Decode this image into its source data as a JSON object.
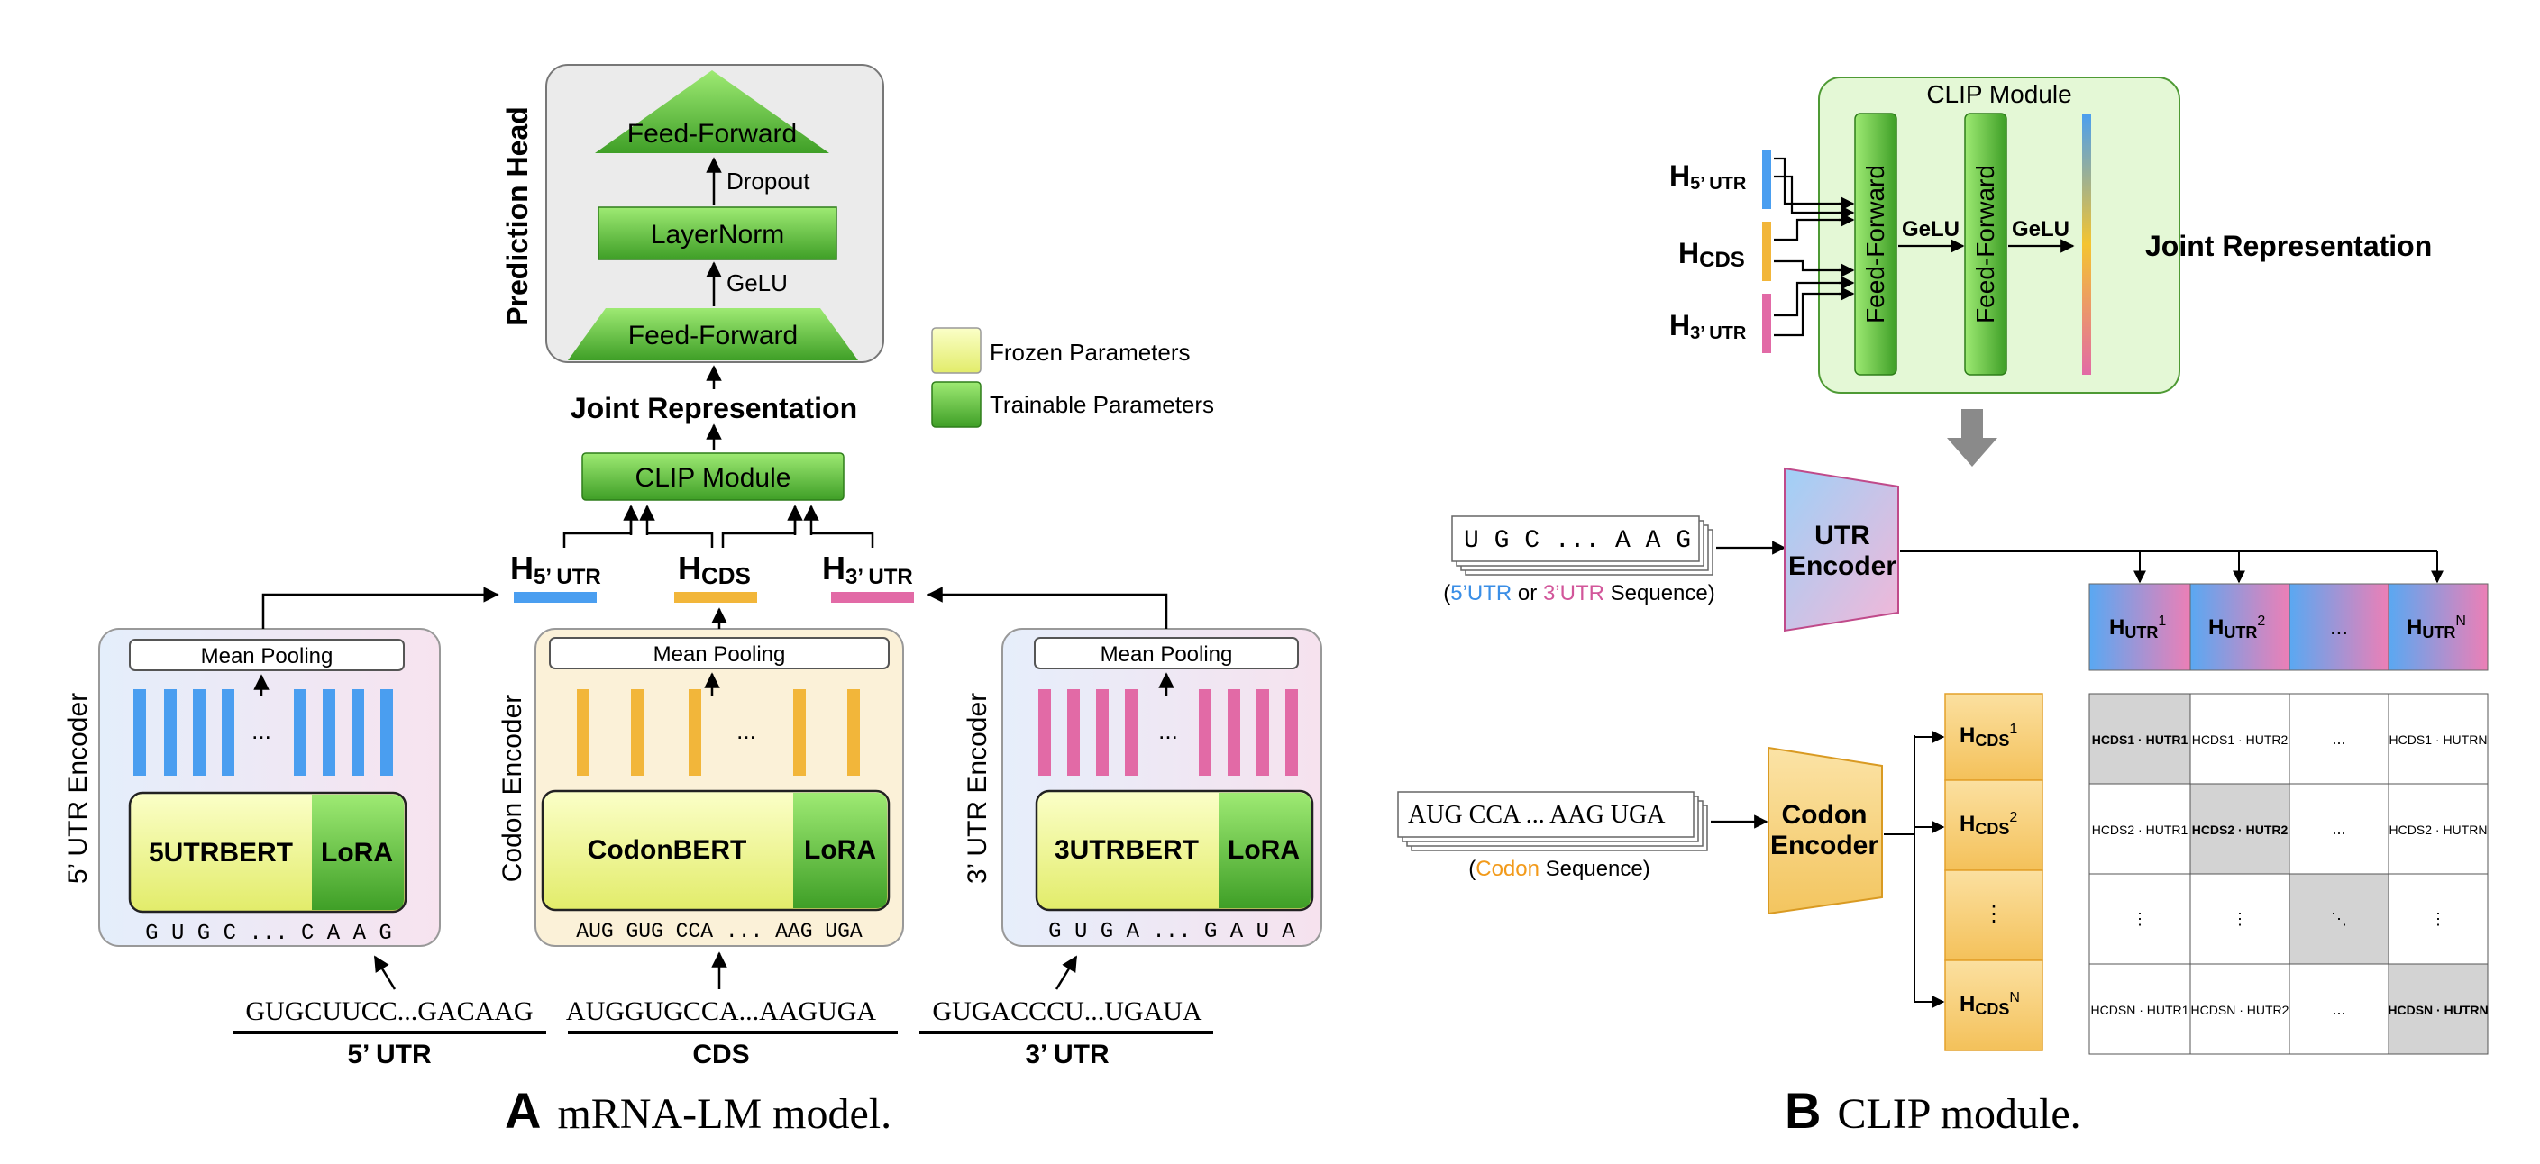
{
  "panel_a": {
    "caption_letter": "A",
    "caption_text": "mRNA-LM model.",
    "prediction_head_label": "Prediction Head",
    "ff_top": "Feed-Forward",
    "dropout": "Dropout",
    "layernorm": "LayerNorm",
    "gelu": "GeLU",
    "ff_bottom": "Feed-Forward",
    "joint_representation": "Joint Representation",
    "clip_module": "CLIP Module",
    "legend": {
      "frozen": "Frozen Parameters",
      "trainable": "Trainable Parameters"
    },
    "h_labels": {
      "h5_main": "H",
      "h5_sub": "5’ UTR",
      "hcds_main": "H",
      "hcds_sub": "CDS",
      "h3_main": "H",
      "h3_sub": "3’ UTR"
    },
    "encoders": [
      {
        "side_label": "5’ UTR Encoder",
        "pooling": "Mean Pooling",
        "dots": "...",
        "model": "5UTRBERT",
        "lora": "LoRA",
        "tokens": "G U G C ... C A A G",
        "sequence": "GUGCUUCC...GACAAG",
        "region": "5’ UTR"
      },
      {
        "side_label": "Codon Encoder",
        "pooling": "Mean Pooling",
        "dots": "...",
        "model": "CodonBERT",
        "lora": "LoRA",
        "tokens": "AUG GUG CCA ... AAG UGA",
        "sequence": "AUGGUGCCA...AAGUGA",
        "region": "CDS"
      },
      {
        "side_label": "3’ UTR Encoder",
        "pooling": "Mean Pooling",
        "dots": "...",
        "model": "3UTRBERT",
        "lora": "LoRA",
        "tokens": "G U G A ... G A U A",
        "sequence": "GUGACCCU...UGAUA",
        "region": "3’ UTR"
      }
    ]
  },
  "panel_b": {
    "caption_letter": "B",
    "caption_text": "CLIP module.",
    "clip_title": "CLIP Module",
    "inputs": [
      {
        "main": "H",
        "sub": "5’ UTR"
      },
      {
        "main": "H",
        "sub": "CDS"
      },
      {
        "main": "H",
        "sub": "3’ UTR"
      }
    ],
    "ff1": "Feed-Forward",
    "ff2": "Feed-Forward",
    "gelu1": "GeLU",
    "gelu2": "GeLU",
    "joint_representation": "Joint Representation",
    "utr_seq": "U G C ...  A A G",
    "utr_caption": {
      "open": "(",
      "five": "5’UTR",
      "or": " or ",
      "three": "3’UTR",
      "rest": " Sequence)"
    },
    "utr_encoder": [
      "UTR",
      "Encoder"
    ],
    "codon_seq": "AUG CCA ... AAG UGA",
    "codon_caption": {
      "open": "(",
      "codon": "Codon",
      "rest": " Sequence)"
    },
    "codon_encoder": [
      "Codon",
      "Encoder"
    ],
    "utr_vectors": [
      {
        "main": "H",
        "sub": "UTR",
        "sup": "1"
      },
      {
        "main": "H",
        "sub": "UTR",
        "sup": "2"
      },
      {
        "main": "...",
        "sub": "",
        "sup": ""
      },
      {
        "main": "H",
        "sub": "UTR",
        "sup": "N"
      }
    ],
    "cds_vectors": [
      {
        "main": "H",
        "sub": "CDS",
        "sup": "1"
      },
      {
        "main": "H",
        "sub": "CDS",
        "sup": "2"
      },
      {
        "main": "⋮",
        "sub": "",
        "sup": ""
      },
      {
        "main": "H",
        "sub": "CDS",
        "sup": "N"
      }
    ],
    "matrix": [
      [
        "HCDS1 · HUTR1",
        "HCDS1 · HUTR2",
        "...",
        "HCDS1 · HUTRN"
      ],
      [
        "HCDS2 · HUTR1",
        "HCDS2 · HUTR2",
        "...",
        "HCDS2 · HUTRN"
      ],
      [
        "⋮",
        "⋮",
        "⋱",
        "⋮"
      ],
      [
        "HCDSN · HUTR1",
        "HCDSN · HUTR2",
        "...",
        "HCDSN · HUTRN"
      ]
    ]
  },
  "colors": {
    "green_light": "#8fe36a",
    "green_dark": "#3a9a22",
    "yellow": "#f0f69c",
    "blue": "#4a9ef0",
    "orange": "#f2b63a",
    "pink": "#e26aa6",
    "matrix_diag": "#d3d3d3",
    "gray_box": "#ebebeb"
  }
}
